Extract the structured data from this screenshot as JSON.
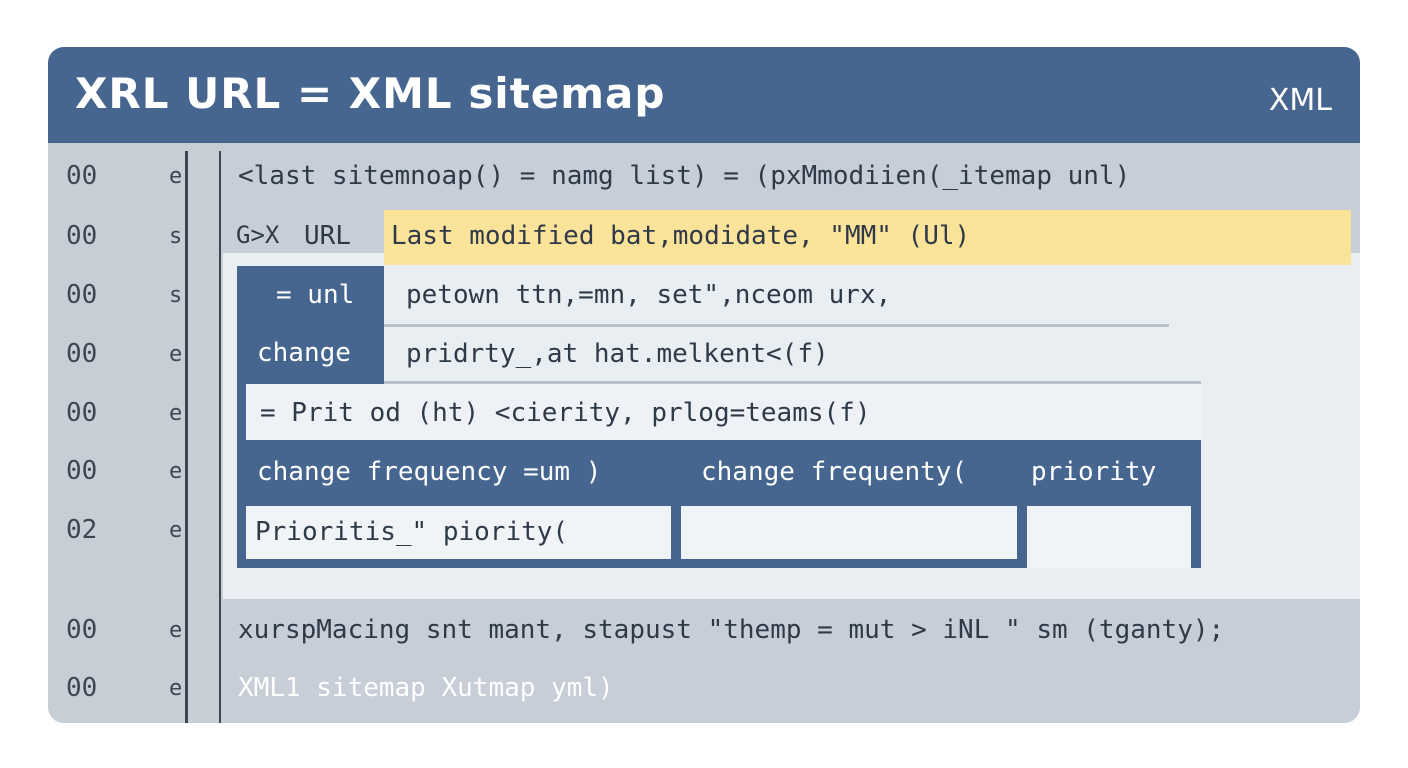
{
  "window": {
    "title": "XRL URL = XML sitemap",
    "badge": "XML"
  },
  "gutter": {
    "line_numbers": [
      "00",
      "00",
      "00",
      "00",
      "00",
      "00",
      "02",
      "00",
      "00"
    ],
    "fold_markers": [
      "e",
      "s",
      "s",
      "e",
      "e",
      "e",
      "e",
      "e",
      "e"
    ]
  },
  "code": {
    "line1": "<last sitemnoap() = namg  list) = (pxMmodiien(_itemap unl)",
    "line2_prefix": "G>X",
    "line2_label": "URL",
    "line2_highlight": "Last modified bat,modidate, \"MM\" (Ul)",
    "line3_key": "= unl",
    "line3_value": "petown ttn,=mn, set\",nceom urx,",
    "line4_key": "change",
    "line4_value": "pridrty_,at hat.melkent<(f)",
    "line5": "=  Prit od (ht) <cierity, prlog=teams(f)",
    "table_headers": [
      "change frequency =um )",
      "change  frequenty(",
      "priority"
    ],
    "table_row1": [
      "Prioritis_\" piority(",
      "",
      ""
    ],
    "line8": "xurspMacing snt mant, stapust \"themp = mut > iNL \" sm (tganty);",
    "line9": "XML1 sitemap Xutmap yml)"
  },
  "colors": {
    "title_bar": "#46658f",
    "highlight": "#fce39a",
    "gutter": "#c8ced6",
    "editor_bg": "#e9eef3"
  }
}
